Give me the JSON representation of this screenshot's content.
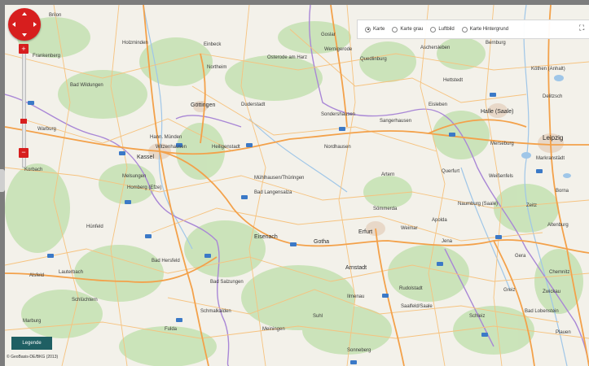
{
  "map": {
    "layers": [
      {
        "label": "Karte",
        "selected": true
      },
      {
        "label": "Karte grau",
        "selected": false
      },
      {
        "label": "Luftbild",
        "selected": false
      },
      {
        "label": "Karte Hintergrund",
        "selected": false
      }
    ],
    "legend_label": "Legende",
    "copyright": "© GeoBasis-DE/BKG (2013)",
    "zoom_in": "+",
    "zoom_out": "−",
    "fullscreen_icon": "expand-icon",
    "colors": {
      "road": "#f3a14a",
      "state_border": "#a987d6",
      "forest": "#c7e2b5",
      "water": "#9fc6e8",
      "accent": "#d71e1e"
    },
    "places": [
      {
        "name": "Göttingen",
        "size": "med"
      },
      {
        "name": "Kassel",
        "size": "med"
      },
      {
        "name": "Erfurt",
        "size": "med"
      },
      {
        "name": "Leipzig",
        "size": "big"
      },
      {
        "name": "Halle (Saale)",
        "size": "med"
      },
      {
        "name": "Gotha",
        "size": "med"
      },
      {
        "name": "Eisenach",
        "size": "med"
      },
      {
        "name": "Arnstadt",
        "size": "med"
      },
      {
        "name": "Warburg",
        "size": "small"
      },
      {
        "name": "Witzenhausen",
        "size": "small"
      },
      {
        "name": "Hann. Münden",
        "size": "small"
      },
      {
        "name": "Nordhausen",
        "size": "small"
      },
      {
        "name": "Sondershausen",
        "size": "small"
      },
      {
        "name": "Sangerhausen",
        "size": "small"
      },
      {
        "name": "Eisleben",
        "size": "small"
      },
      {
        "name": "Mühlhausen/Thüringen",
        "size": "small"
      },
      {
        "name": "Merseburg",
        "size": "small"
      },
      {
        "name": "Naumburg (Saale)",
        "size": "small"
      },
      {
        "name": "Weimar",
        "size": "small"
      },
      {
        "name": "Apolda",
        "size": "small"
      },
      {
        "name": "Jena",
        "size": "small"
      },
      {
        "name": "Weißenfels",
        "size": "small"
      },
      {
        "name": "Zeitz",
        "size": "small"
      },
      {
        "name": "Rudolstadt",
        "size": "small"
      },
      {
        "name": "Saalfeld/Saale",
        "size": "small"
      },
      {
        "name": "Suhl",
        "size": "small"
      },
      {
        "name": "Meiningen",
        "size": "small"
      },
      {
        "name": "Bad Hersfeld",
        "size": "small"
      },
      {
        "name": "Alsfeld",
        "size": "small"
      },
      {
        "name": "Fulda",
        "size": "small"
      },
      {
        "name": "Melsungen",
        "size": "small"
      },
      {
        "name": "Korbach",
        "size": "small"
      },
      {
        "name": "Holzminden",
        "size": "small"
      },
      {
        "name": "Northeim",
        "size": "small"
      },
      {
        "name": "Osterode am Harz",
        "size": "small"
      },
      {
        "name": "Goslar",
        "size": "small"
      },
      {
        "name": "Wernigerode",
        "size": "small"
      },
      {
        "name": "Quedlinburg",
        "size": "small"
      },
      {
        "name": "Aschersleben",
        "size": "small"
      },
      {
        "name": "Bernburg",
        "size": "small"
      },
      {
        "name": "Köthen (Anhalt)",
        "size": "small"
      },
      {
        "name": "Delitzsch",
        "size": "small"
      },
      {
        "name": "Markranstädt",
        "size": "small"
      },
      {
        "name": "Borna",
        "size": "small"
      },
      {
        "name": "Altenburg",
        "size": "small"
      },
      {
        "name": "Gera",
        "size": "small"
      },
      {
        "name": "Schleiz",
        "size": "small"
      },
      {
        "name": "Bad Lobenstein",
        "size": "small"
      },
      {
        "name": "Sonneberg",
        "size": "small"
      },
      {
        "name": "Ilmenau",
        "size": "small"
      },
      {
        "name": "Schmalkalden",
        "size": "small"
      },
      {
        "name": "Bad Salzungen",
        "size": "small"
      },
      {
        "name": "Hünfeld",
        "size": "small"
      },
      {
        "name": "Schlüchtern",
        "size": "small"
      },
      {
        "name": "Lauterbach",
        "size": "small"
      },
      {
        "name": "Homberg (Efze)",
        "size": "small"
      },
      {
        "name": "Einbeck",
        "size": "small"
      },
      {
        "name": "Duderstadt",
        "size": "small"
      },
      {
        "name": "Heiligenstadt",
        "size": "small"
      },
      {
        "name": "Bad Langensalza",
        "size": "small"
      },
      {
        "name": "Sömmerda",
        "size": "small"
      },
      {
        "name": "Artern",
        "size": "small"
      },
      {
        "name": "Querfurt",
        "size": "small"
      },
      {
        "name": "Hettstedt",
        "size": "small"
      },
      {
        "name": "Chemnitz",
        "size": "small"
      },
      {
        "name": "Zwickau",
        "size": "small"
      },
      {
        "name": "Greiz",
        "size": "small"
      },
      {
        "name": "Plauen",
        "size": "small"
      },
      {
        "name": "Marburg",
        "size": "small"
      },
      {
        "name": "Frankenberg",
        "size": "small"
      },
      {
        "name": "Bad Wildungen",
        "size": "small"
      },
      {
        "name": "Brilon",
        "size": "small"
      }
    ]
  }
}
